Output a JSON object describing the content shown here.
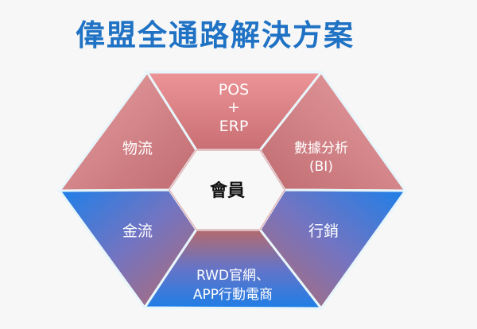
{
  "title": "偉盟全通路解決方案",
  "diagram": {
    "center": {
      "label": "會員"
    },
    "segments": [
      {
        "id": "top",
        "lines": [
          "POS",
          "+",
          "ERP"
        ]
      },
      {
        "id": "top-left",
        "lines": [
          "物流"
        ]
      },
      {
        "id": "top-right",
        "lines": [
          "數據分析",
          "(BI)"
        ]
      },
      {
        "id": "bottom-left",
        "lines": [
          "金流"
        ]
      },
      {
        "id": "bottom-right",
        "lines": [
          "行銷"
        ]
      },
      {
        "id": "bottom",
        "lines": [
          "RWD官網、",
          "APP行動電商"
        ]
      }
    ],
    "colors": {
      "title": "#1f72c4",
      "red_light": "#ec9497",
      "red_dark": "#c06a6f",
      "blue": "#1e7ee6",
      "purple": "#7a72c0",
      "center_fill": "#f8f8f8"
    }
  }
}
